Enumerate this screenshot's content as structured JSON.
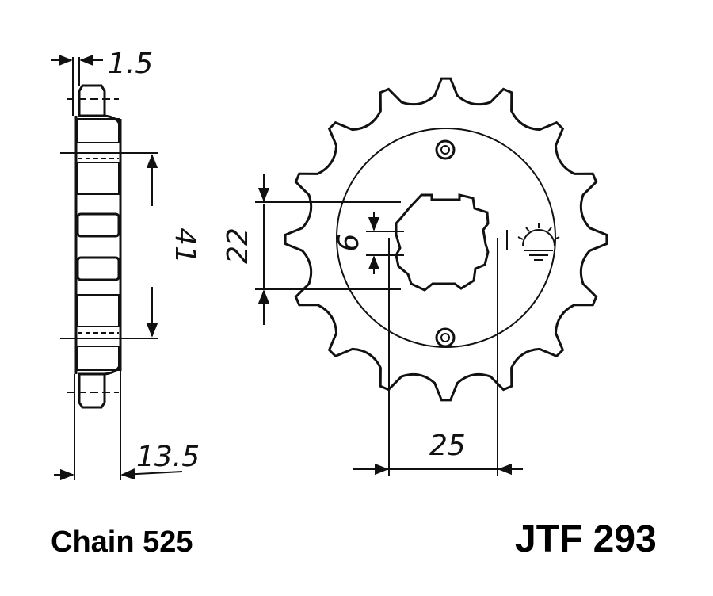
{
  "dimensions": {
    "offset": "1.5",
    "bolt_circle_height": "41",
    "spline_width": "22",
    "key_width": "6",
    "bore_diameter": "25",
    "thickness": "13.5"
  },
  "caption": {
    "chain": "Chain 525",
    "part": "JTF 293"
  },
  "sprocket": {
    "teeth": 16
  },
  "colors": {
    "ink": "#111111",
    "background": "#ffffff"
  }
}
